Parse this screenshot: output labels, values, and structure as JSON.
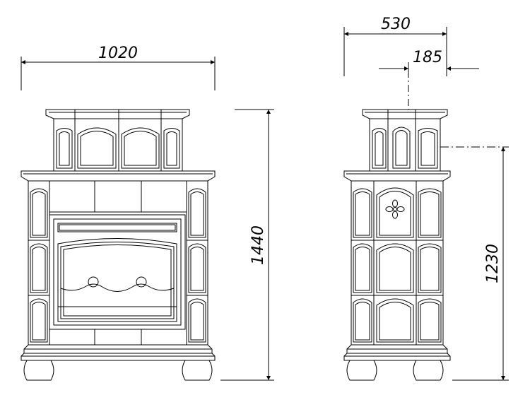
{
  "drawing": {
    "front": {
      "width_label": "1020",
      "height_label": "1440"
    },
    "side": {
      "depth_label": "530",
      "offset_label": "185",
      "height_label": "1230"
    }
  },
  "colors": {
    "line": "#000000",
    "background": "#ffffff"
  }
}
